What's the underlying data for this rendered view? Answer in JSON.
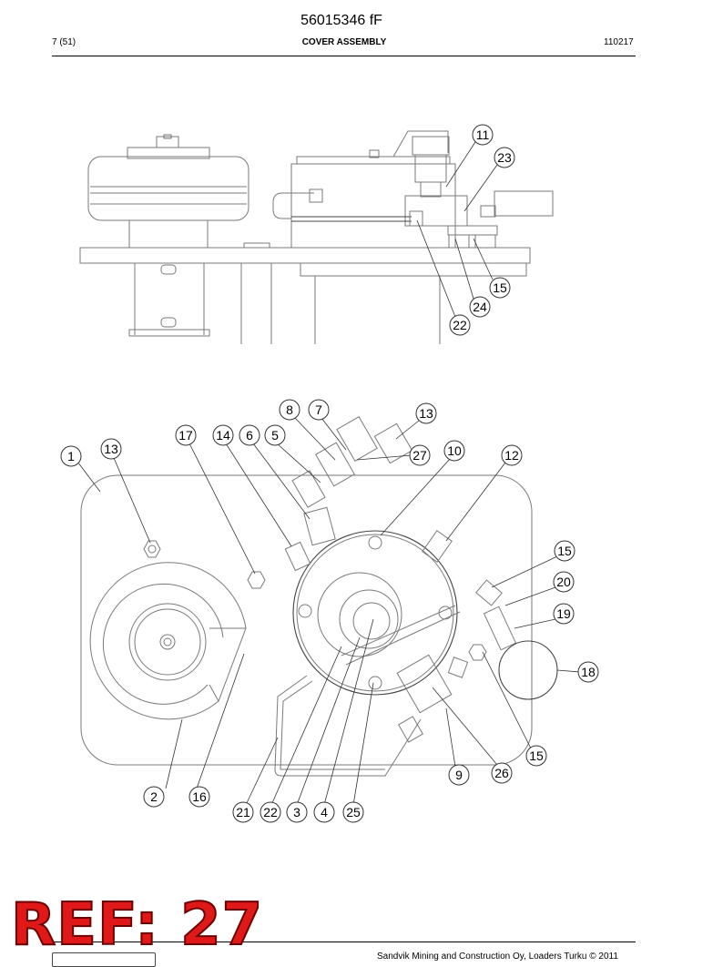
{
  "header": {
    "doc_number": "56015346 fF",
    "page": "7 (51)",
    "title": "COVER ASSEMBLY",
    "date": "110217"
  },
  "footer": {
    "copyright": "Sandvik Mining and Construction Oy, Loaders Turku © 2011"
  },
  "ref_badge": "REF: 27",
  "callouts": {
    "c11": "11",
    "c23": "23",
    "c15a": "15",
    "c24": "24",
    "c22a": "22",
    "c8": "8",
    "c7": "7",
    "c13a": "13",
    "c17": "17",
    "c14": "14",
    "c6": "6",
    "c5": "5",
    "c27": "27",
    "c10": "10",
    "c12": "12",
    "c1": "1",
    "c13b": "13",
    "c15b": "15",
    "c20": "20",
    "c19": "19",
    "c18": "18",
    "c15c": "15",
    "c26": "26",
    "c9": "9",
    "c2": "2",
    "c16": "16",
    "c21": "21",
    "c22b": "22",
    "c3": "3",
    "c4": "4",
    "c25": "25"
  }
}
